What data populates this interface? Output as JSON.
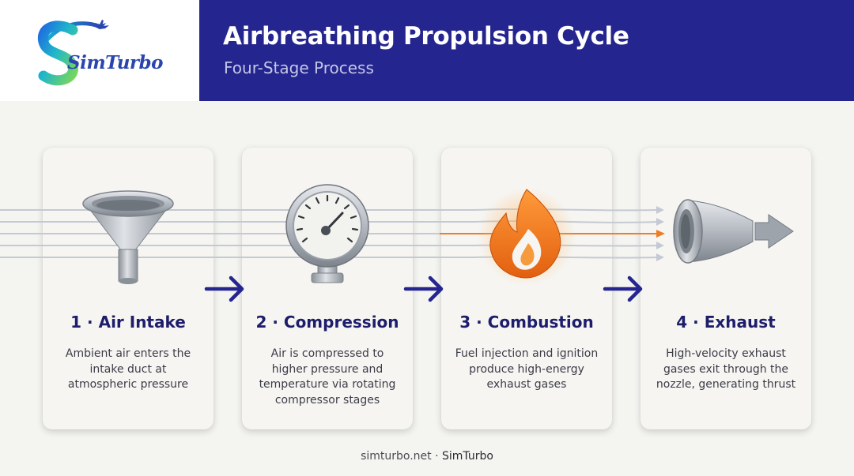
{
  "logo": {
    "brand": "SimTurbo",
    "icon": "plane-swoosh-logo"
  },
  "header": {
    "title": "Airbreathing Propulsion Cycle",
    "subtitle": "Four-Stage Process"
  },
  "stages": [
    {
      "title": "1 · Air Intake",
      "description": "Ambient air enters the intake duct at atmospheric pressure",
      "icon": "funnel-intake-icon"
    },
    {
      "title": "2 · Compression",
      "description": "Air is compressed to higher pressure and temperature via rotating compressor stages",
      "icon": "pressure-gauge-icon"
    },
    {
      "title": "3 · Combustion",
      "description": "Fuel injection and ignition produce high-energy exhaust gases",
      "icon": "flame-icon"
    },
    {
      "title": "4 · Exhaust",
      "description": "High-velocity exhaust gases exit through the nozzle, generating thrust",
      "icon": "nozzle-icon"
    }
  ],
  "footer": {
    "site": "simturbo.net",
    "separator": " · ",
    "brand": "SimTurbo"
  },
  "colors": {
    "header_bg": "#25258f",
    "accent_navy": "#25258f",
    "flame": "#f07a1a",
    "card_bg": "#f6f5f2"
  }
}
